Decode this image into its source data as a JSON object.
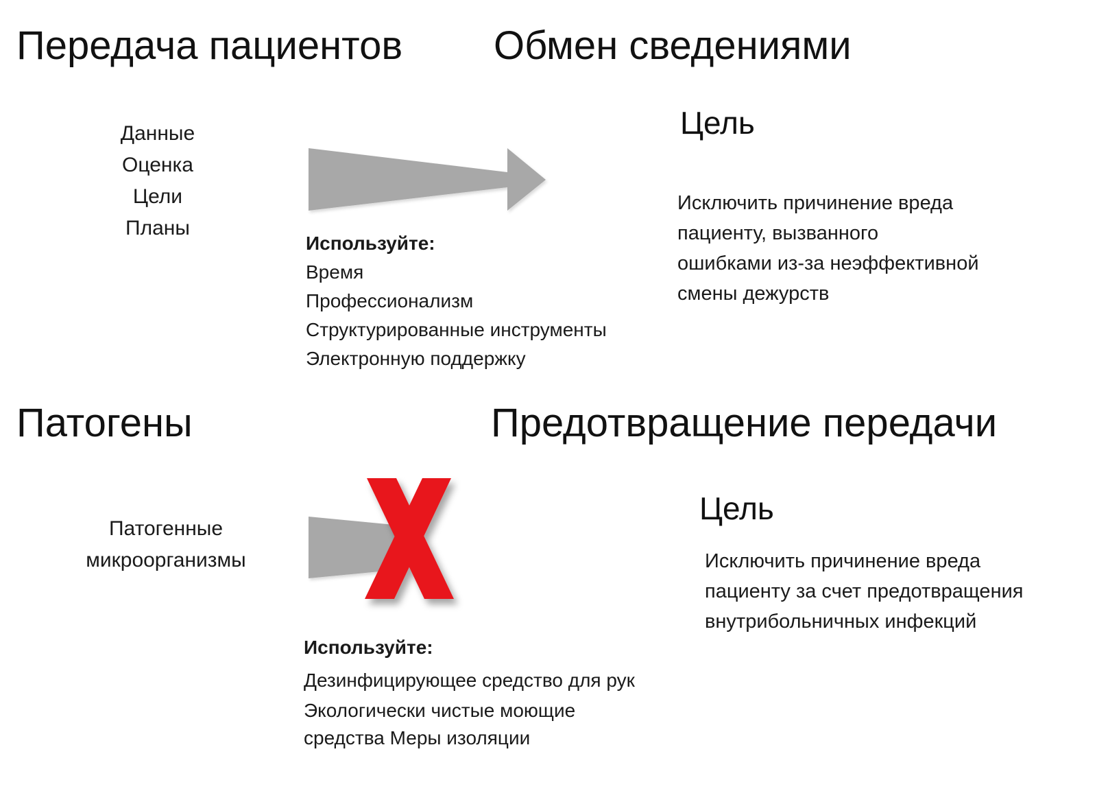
{
  "top": {
    "left_title": "Передача пациентов",
    "right_title": "Обмен сведениями",
    "items": [
      "Данные",
      "Оценка",
      "Цели",
      "Планы"
    ],
    "use_label": "Используйте:",
    "use_items": [
      "Время",
      "Профессионализм",
      "Структурированные инструменты",
      "Электронную поддержку"
    ],
    "goal_title": "Цель",
    "goal_lines": [
      "Исключить причинение вреда",
      "пациенту, вызванного",
      "ошибками из-за неэффективной",
      "смены дежурств"
    ]
  },
  "bottom": {
    "left_title": "Патогены",
    "right_title": "Предотвращение передачи",
    "items": [
      "Патогенные",
      "микроорганизмы"
    ],
    "use_label": "Используйте:",
    "use_items": [
      "Дезинфицирующее средство для рук",
      "Экологически чистые моющие",
      "средства Меры изоляции"
    ],
    "goal_title": "Цель",
    "goal_lines": [
      "Исключить причинение вреда",
      "пациенту за счет предотвращения",
      "внутрибольничных инфекций"
    ]
  },
  "colors": {
    "arrow": "#a8a8a8",
    "cross": "#e8141b"
  },
  "icons": {
    "arrow": "right-arrow-icon",
    "cross": "red-x-cross-icon"
  }
}
